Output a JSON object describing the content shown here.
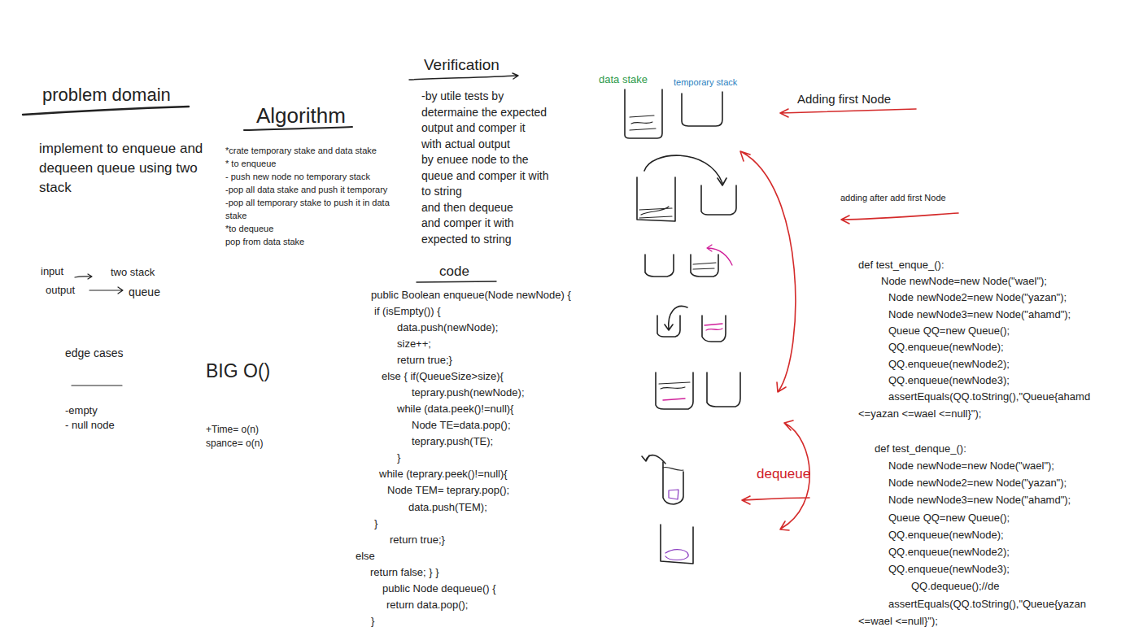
{
  "diagram": {
    "nodes": [
      {
        "text": [
          "data stake"
        ]
      },
      {
        "text": [
          "temporary stack"
        ]
      }
    ],
    "labels": [
      "problem domain",
      "implement to enqueue and dequeen queue using two stack",
      "input",
      "two stack",
      "output",
      "queue",
      "edge cases",
      "-empty",
      "- null node",
      "Algorithm",
      "*crate temporary stake and data stake",
      "* to enqueue",
      "- push new node no temporary stack",
      "-pop all data stake and push it temporary",
      "-pop all temporary stake to push it in data stake",
      "*to dequeue",
      "pop from data stake",
      "BIG O()",
      "+Time= o(n)",
      "spance= o(n)",
      "Verification",
      "-by utile tests by",
      "determaine the expected",
      "output and comper it",
      "with actual output",
      "by enuee node to the",
      "queue and comper it with",
      "to string",
      "and then dequeue",
      "and comper it with",
      "expected to string",
      "code",
      "public Boolean enqueue(Node newNode) {",
      "if (isEmpty()) {",
      "data.push(newNode);",
      "size++;",
      "return true;}",
      "else { if(QueueSize>size){",
      "teprary.push(newNode);",
      "while (data.peek()!=null){",
      "Node TE=data.pop();",
      "teprary.push(TE);",
      "}",
      "while (teprary.peek()!=null){",
      "Node TEM= teprary.pop();",
      "data.push(TEM);",
      "}",
      "return true;}",
      "else",
      "return false; } }",
      "public Node dequeue() {",
      "return data.pop();",
      "}",
      "Adding first Node",
      "adding after add first Node",
      "dequeue",
      "def test_enque_():",
      "Node newNode=new Node(\"wael\");",
      "Node newNode2=new Node(\"yazan\");",
      "Node newNode3=new Node(\"ahamd\");",
      "Queue QQ=new Queue();",
      "QQ.enqueue(newNode);",
      "QQ.enqueue(newNode2);",
      "QQ.enqueue(newNode3);",
      "assertEquals(QQ.toString(),\"Queue{ahamd",
      "<=yazan <=wael <=null}\");",
      "def test_denque_():",
      "Node newNode=new Node(\"wael\");",
      "Node newNode2=new Node(\"yazan\");",
      "Node newNode3=new Node(\"ahamd\");",
      "Queue QQ=new Queue();",
      "QQ.enqueue(newNode);",
      "QQ.enqueue(newNode2);",
      "QQ.enqueue(newNode3);",
      "QQ.dequeue();//de",
      "assertEquals(QQ.toString(),\"Queue{yazan",
      "<=wael <=null}\");"
    ]
  }
}
